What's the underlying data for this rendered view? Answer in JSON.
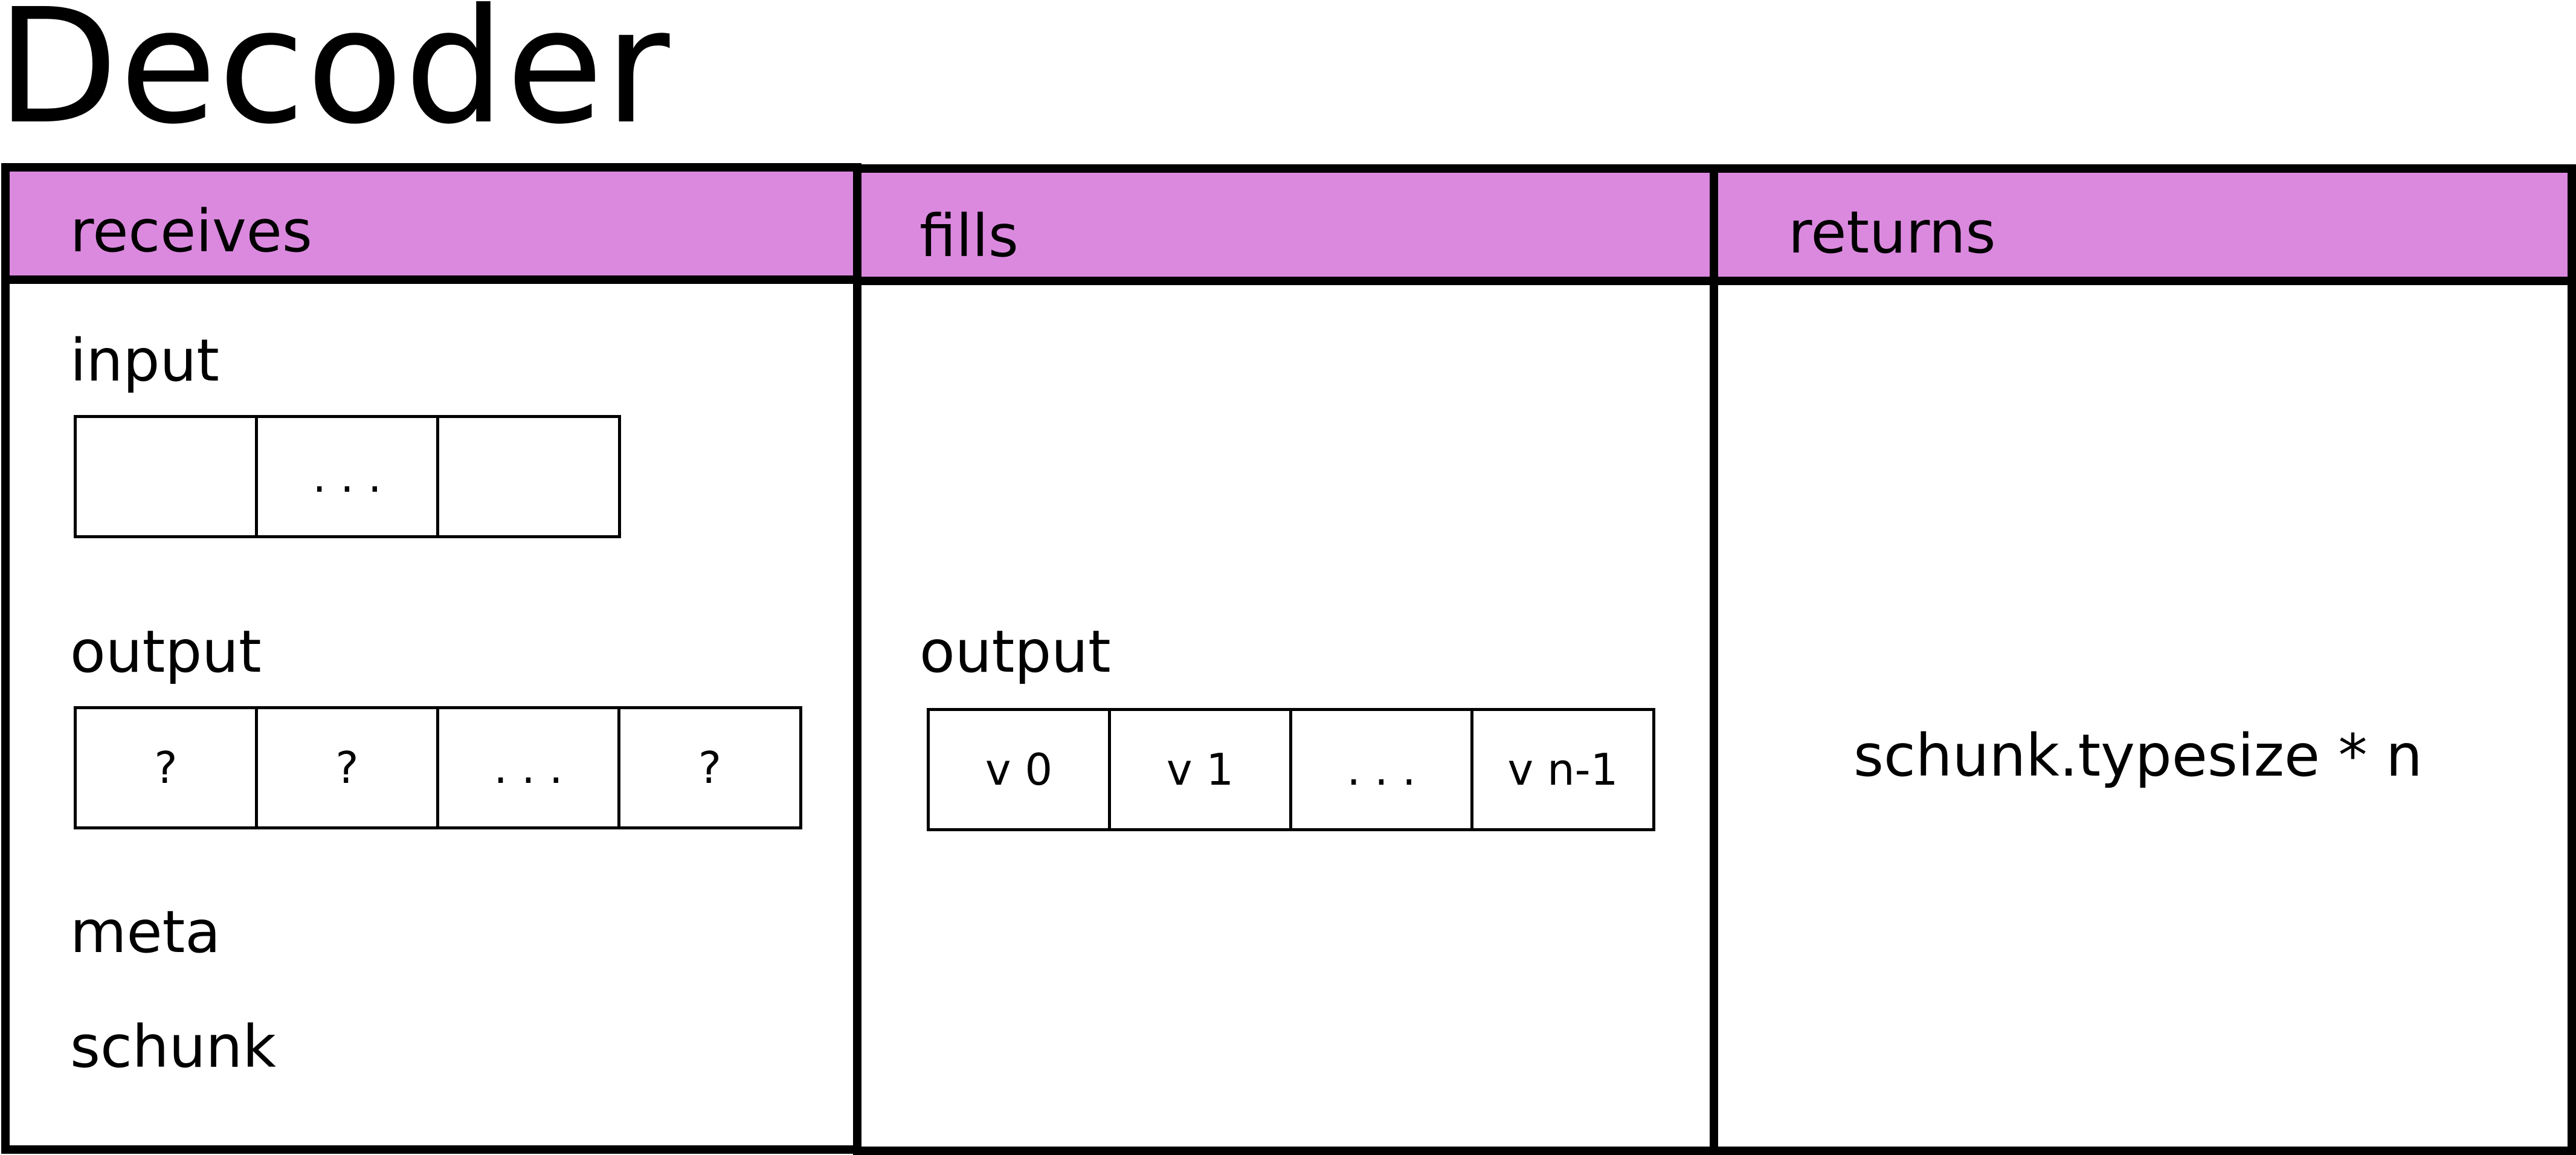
{
  "title": "Decoder",
  "colors": {
    "header_fill": "#db89df",
    "border": "#000000"
  },
  "panels": {
    "receives": {
      "header": "receives",
      "input_label": "input",
      "input_cells": [
        "",
        ". . .",
        ""
      ],
      "output_label": "output",
      "output_cells": [
        "?",
        "?",
        ". . .",
        "?"
      ],
      "meta_label": "meta",
      "schunk_label": "schunk"
    },
    "fills": {
      "header": "fills",
      "output_label": "output",
      "output_cells": [
        "v 0",
        "v 1",
        ". . .",
        "v n-1"
      ]
    },
    "returns": {
      "header": "returns",
      "expression": "schunk.typesize * n"
    }
  }
}
